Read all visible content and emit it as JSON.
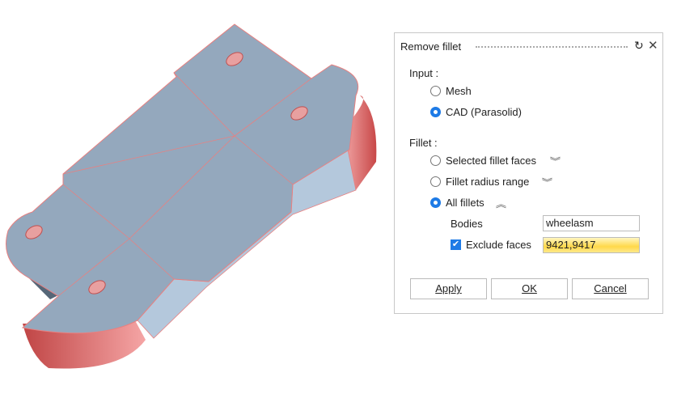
{
  "dialog": {
    "title": "Remove fillet",
    "input_label": "Input :",
    "input_options": [
      {
        "label": "Mesh",
        "selected": false
      },
      {
        "label": "CAD (Parasolid)",
        "selected": true
      }
    ],
    "fillet_label": "Fillet :",
    "fillet_options": [
      {
        "label": "Selected fillet faces",
        "selected": false,
        "expander": "chevron-double-down"
      },
      {
        "label": "Fillet radius range",
        "selected": false,
        "expander": "chevron-double-down"
      },
      {
        "label": "All fillets",
        "selected": true,
        "expander": "chevron-double-up"
      }
    ],
    "bodies_label": "Bodies",
    "bodies_value": "wheelasm",
    "exclude_label": "Exclude faces",
    "exclude_checked": true,
    "exclude_value": "9421,9417",
    "buttons": {
      "apply": "Apply",
      "ok": "OK",
      "cancel": "Cancel"
    }
  },
  "colors": {
    "face": "#94a8bd",
    "side": "#b4c8dc",
    "fillet": "#e88080",
    "accent": "#1e7be6"
  }
}
